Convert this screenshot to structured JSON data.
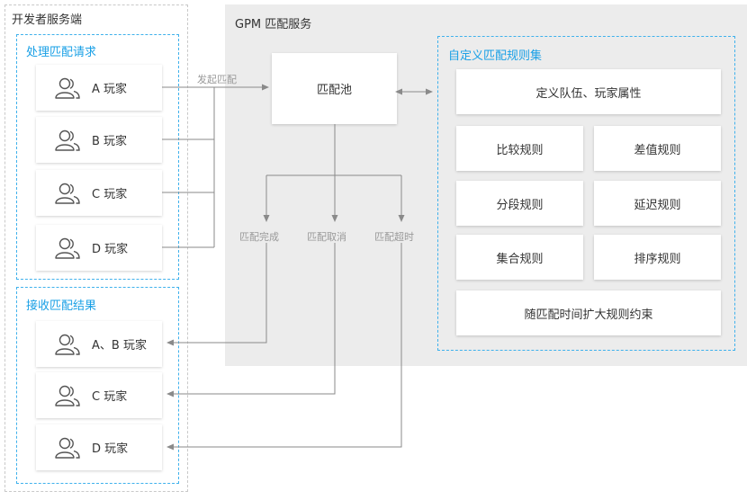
{
  "client": {
    "title": "开发者服务端",
    "request_section": {
      "title": "处理匹配请求",
      "players": [
        "A 玩家",
        "B 玩家",
        "C 玩家",
        "D 玩家"
      ]
    },
    "result_section": {
      "title": "接收匹配结果",
      "players": [
        "A、B 玩家",
        "C 玩家",
        "D 玩家"
      ]
    }
  },
  "server": {
    "title": "GPM 匹配服务",
    "pool": "匹配池",
    "request_label": "发起匹配",
    "outcomes": [
      "匹配完成",
      "匹配取消",
      "匹配超时"
    ]
  },
  "rules": {
    "title": "自定义匹配规则集",
    "header": "定义队伍、玩家属性",
    "items": [
      "比较规则",
      "差值规则",
      "分段规则",
      "延迟规则",
      "集合规则",
      "排序规则"
    ],
    "footer": "随匹配时间扩大规则约束"
  },
  "colors": {
    "accent": "#1aa0e6",
    "line": "#8a8a8a",
    "server_bg": "#ececec"
  },
  "icons": {
    "player": "user-group-icon"
  }
}
